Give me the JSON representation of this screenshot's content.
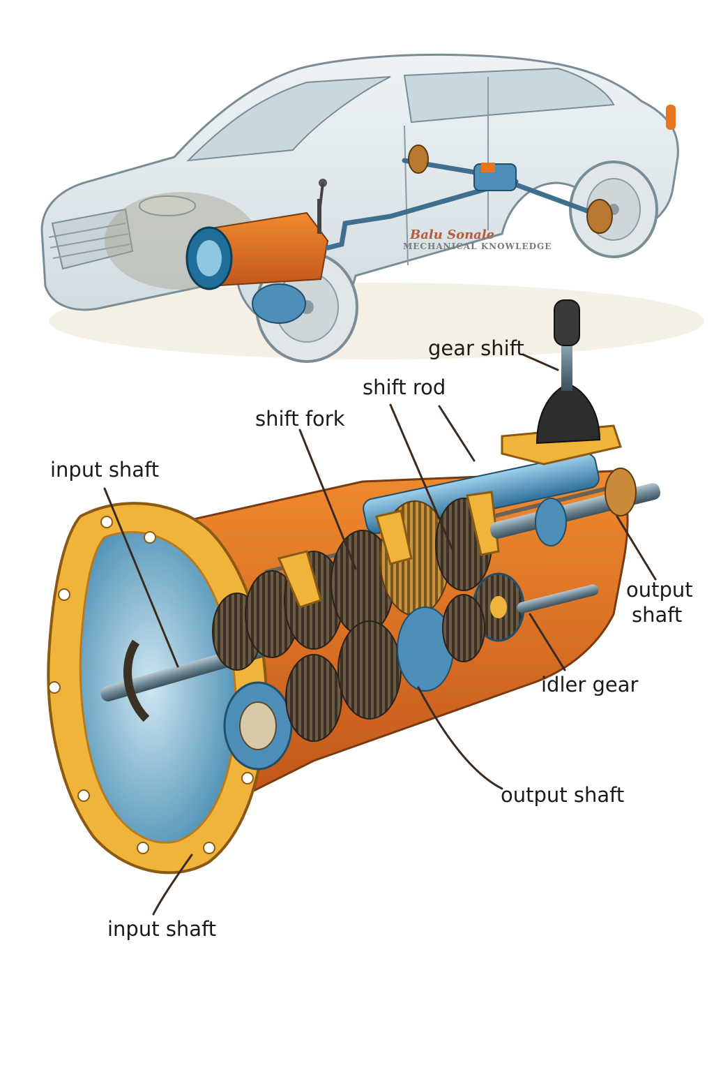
{
  "labels": {
    "gear_shift": "gear shift",
    "shift_rod": "shift rod",
    "shift_fork": "shift fork",
    "input_shaft_top": "input  shaft",
    "output_shaft_right_line1": "output",
    "output_shaft_right_line2": "shaft",
    "idler_gear": "idler gear",
    "output_shaft_bottom": "output shaft",
    "input_shaft_bottom": "input shaft"
  },
  "watermark": {
    "name": "Balu Sonale",
    "subtitle": "MECHANICAL KNOWLEDGE"
  },
  "colors": {
    "housing_orange": "#e2701f",
    "flange_yellow": "#f0b43a",
    "steel_blue": "#4d8fb8",
    "car_body": "#dfe7ea",
    "gear_metal": "#6b6257",
    "leader_line": "#3a2a20"
  }
}
